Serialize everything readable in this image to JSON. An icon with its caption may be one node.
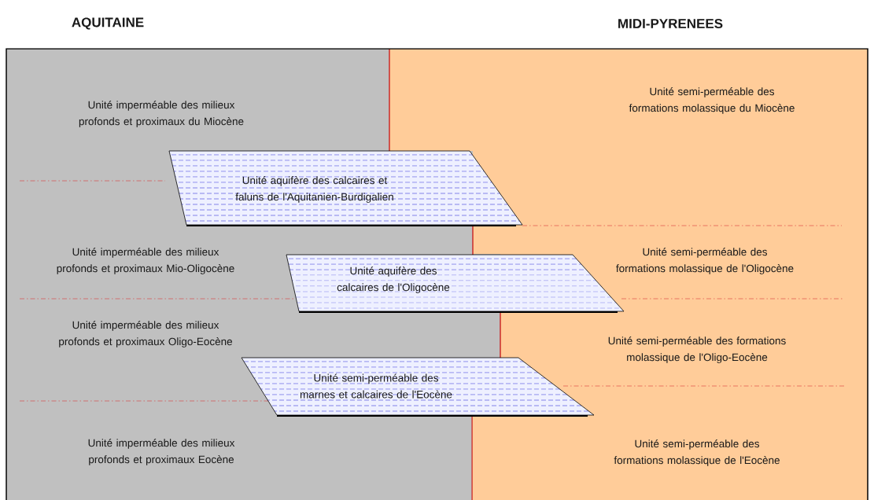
{
  "diagram": {
    "nodes": [
      {
        "text": [
          "Unité aquifère des calcaires et faluns de l'Aquitanien-Burdigalien"
        ]
      },
      {
        "text": [
          "Unité aquifère des calcaires de l'Oligocène"
        ]
      },
      {
        "text": [
          "Unité semi-perméable des marnes et calcaires de l'Eocène"
        ]
      }
    ],
    "edges": [],
    "labels": [
      "AQUITAINE",
      "MIDI-PYRENEES",
      "Unité imperméable des milieux profonds et proximaux du Miocène",
      "Unité semi-perméable des formations molassique du Miocène",
      "Unité imperméable des milieux profonds et proximaux Mio-Oligocène",
      "Unité semi-perméable des formations molassique de l'Oligocène",
      "Unité imperméable des milieux profonds et proximaux Oligo-Eocène",
      "Unité semi-perméable des formations molassique de l'Oligo-Eocène",
      "Unité imperméable des milieux profonds et proximaux Eocène",
      "Unité semi-perméable des formations molassique de l'Eocène"
    ]
  }
}
